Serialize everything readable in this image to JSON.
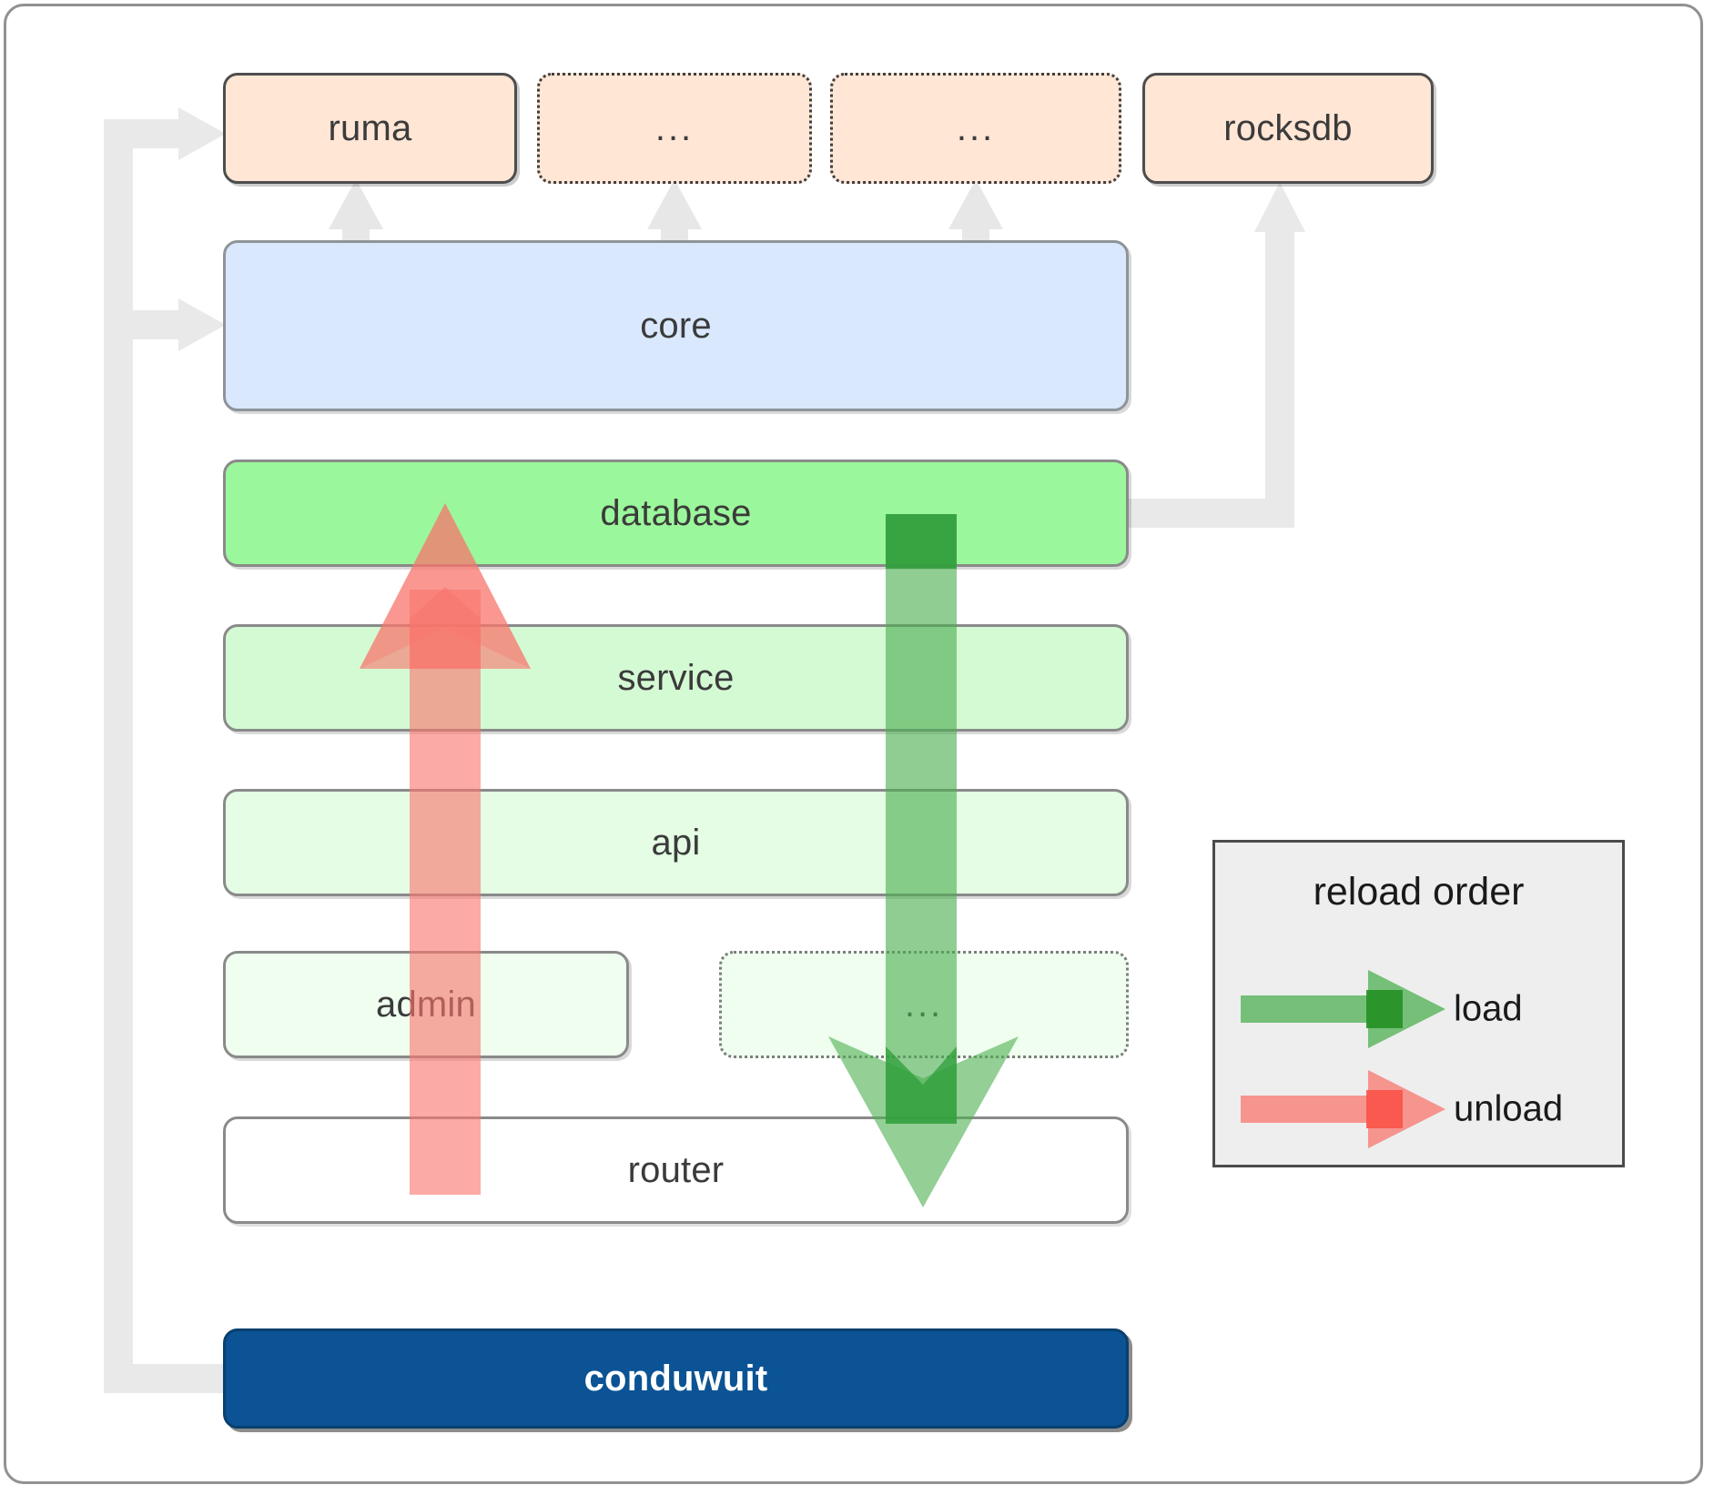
{
  "diagram": {
    "title": "conduwuit crate architecture / reload order",
    "colors": {
      "dependency_fill": "#ffe6d5",
      "core_fill": "#d9e8fc",
      "layer1_fill": "#9bf79b",
      "layer2_fill": "#d4fad4",
      "layer3_fill": "#e4fde4",
      "layer4_fill": "#effeef",
      "router_fill": "#ffffff",
      "app_fill": "#0b5394",
      "load_arrow": "#4caf50",
      "unload_arrow": "#f8766d",
      "connector": "#e8e8e8",
      "legend_fill": "#eeeeee"
    },
    "dependencies": [
      {
        "label": "ruma",
        "style": "solid"
      },
      {
        "label": "...",
        "style": "dotted"
      },
      {
        "label": "...",
        "style": "dotted"
      },
      {
        "label": "rocksdb",
        "style": "solid"
      }
    ],
    "core": {
      "label": "core"
    },
    "layers": [
      {
        "label": "database",
        "style": "solid"
      },
      {
        "label": "service",
        "style": "solid"
      },
      {
        "label": "api",
        "style": "solid"
      },
      {
        "label": "admin",
        "style": "solid"
      },
      {
        "label": "...",
        "style": "dotted"
      },
      {
        "label": "router",
        "style": "solid"
      }
    ],
    "application": {
      "label": "conduwuit"
    },
    "legend": {
      "title": "reload order",
      "items": [
        {
          "label": "load",
          "color": "#4caf50"
        },
        {
          "label": "unload",
          "color": "#f8766d"
        }
      ]
    }
  }
}
